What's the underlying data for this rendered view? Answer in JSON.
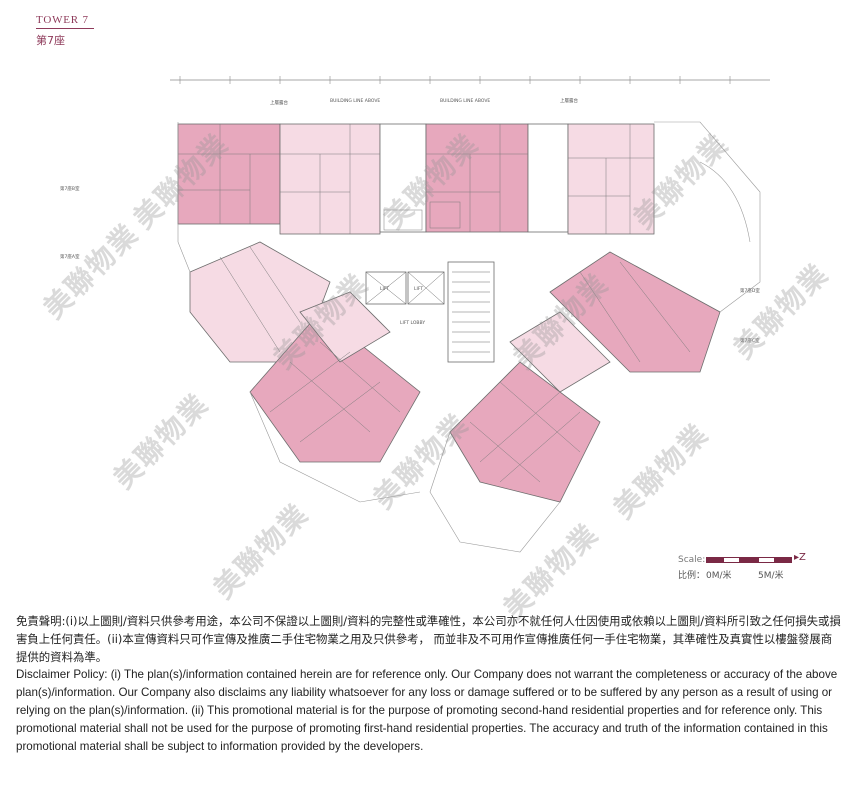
{
  "header": {
    "tower_en": "TOWER 7",
    "tower_zh": "第7座"
  },
  "watermark": {
    "text": "美聯物業"
  },
  "scale": {
    "label": "Scale:",
    "cn_label": "比例：",
    "zero": "0M/米",
    "five": "5M/米"
  },
  "disclaimer": {
    "zh": "免責聲明:(i)以上圖則/資料只供參考用途，本公司不保證以上圖則/資料的完整性或準確性，本公司亦不就任何人仕因使用或依賴以上圖則/資料所引致之任何損失或損害負上任何責任。(ii)本宣傳資料只可作宣傳及推廣二手住宅物業之用及只供參考， 而並非及不可用作宣傳推廣任何一手住宅物業，其準確性及真實性以樓盤發展商提供的資料為準。",
    "en": "Disclaimer Policy: (i) The plan(s)/information contained herein are for reference only. Our Company does not warrant the completeness or accuracy of the above plan(s)/information. Our Company also disclaims any liability whatsoever for any loss or damage suffered or to be suffered by any person as a result of using or relying on the plan(s)/information. (ii) This promotional material is for the purpose of promoting second-hand residential properties and for reference only. This promotional material shall not be used for the purpose of promoting first-hand residential properties. The accuracy and truth of the information contained in this promotional material shall be subject to information provided by the developers."
  },
  "colors": {
    "accent": "#8e3a5a",
    "unit_fill": "#e7a8bd",
    "unit_fill_light": "#f6dbe4",
    "line": "#6d6d6d"
  }
}
